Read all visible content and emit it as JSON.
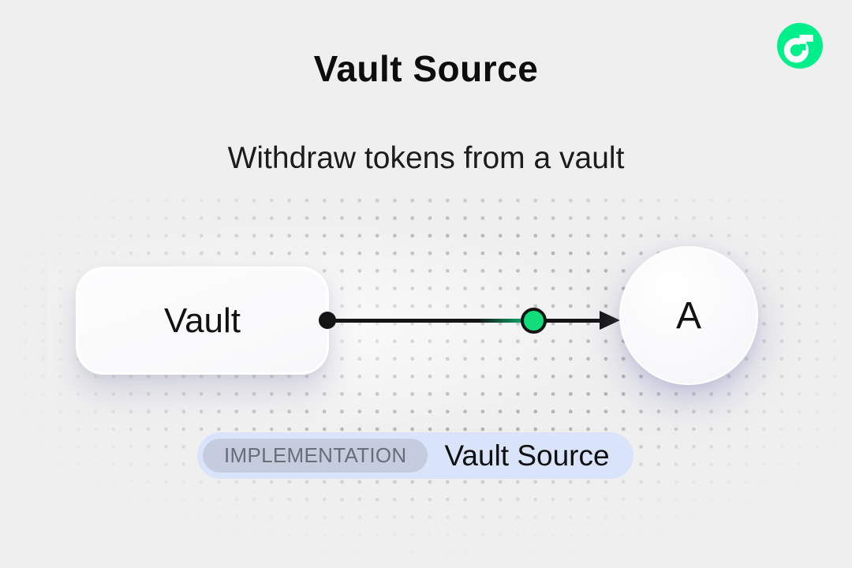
{
  "colors": {
    "page-bg": "#efefef",
    "dot-color": "#b3b3b6",
    "line-color": "#141414",
    "line-green": "#0da266",
    "token-green": "#12dd7b",
    "logo-green": "#00ef8b",
    "badge-bg": "#d9e4fb",
    "badge-tag-bg": "#c4ccdd"
  },
  "header": {
    "title": "Vault Source",
    "subtitle": "Withdraw tokens from a vault"
  },
  "logo": {
    "icon": "flow-blockchain-logo"
  },
  "diagram": {
    "source_node": {
      "label": "Vault"
    },
    "target_node": {
      "label": "A"
    },
    "connector": {
      "from": "Vault",
      "to": "A",
      "style": "black arrow with start dot and green token circle"
    }
  },
  "badge": {
    "tag": "IMPLEMENTATION",
    "label": "Vault Source"
  }
}
